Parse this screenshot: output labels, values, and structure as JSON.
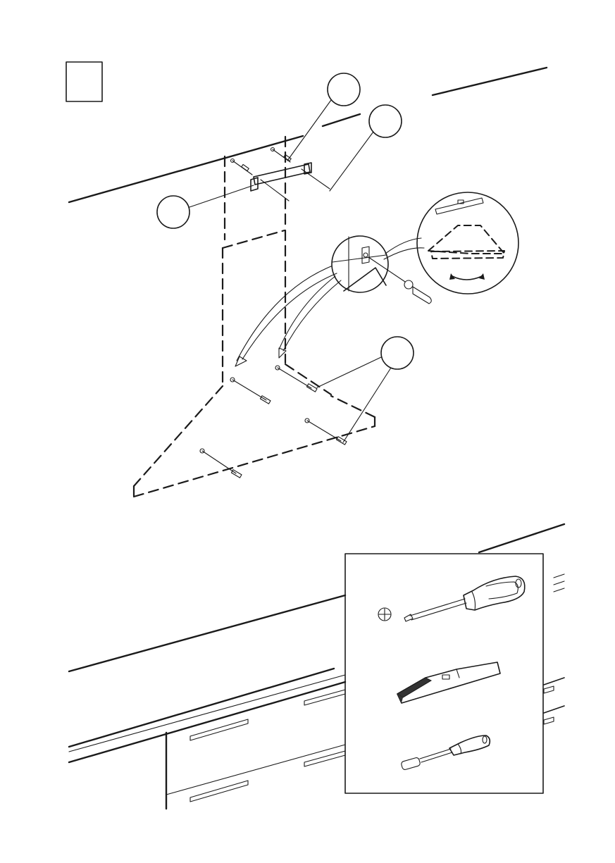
{
  "step": {
    "number": ""
  },
  "callouts": [
    "",
    "",
    "",
    ""
  ],
  "tools_box": {
    "tools": [
      "phillips-screwdriver",
      "spirit-level",
      "socket-screwdriver"
    ]
  },
  "colors": {
    "ink": "#1a1a1a",
    "paper": "#ffffff",
    "level_dark": "#333333"
  }
}
